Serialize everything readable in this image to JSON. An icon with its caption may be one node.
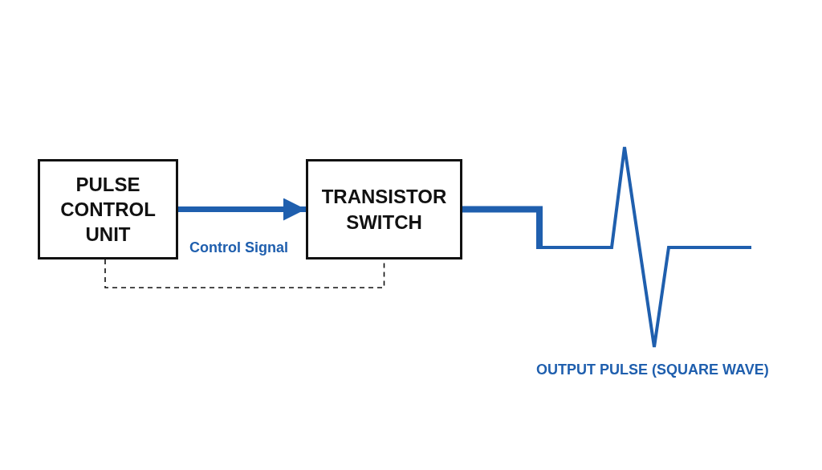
{
  "diagram": {
    "nodes": [
      {
        "text": [
          "PULSE CONTROL UNIT"
        ]
      },
      {
        "text": [
          "TRANSISTOR SWITCH"
        ]
      }
    ],
    "edges": [
      {
        "from": 0,
        "to": 1,
        "arrow": "to",
        "label": "Control Signal",
        "style": "thick",
        "color": "#1f5fae"
      },
      {
        "from": 0,
        "to": 1,
        "arrow": "none",
        "style": "dashed",
        "color": "#111111"
      }
    ],
    "labels": [
      "OUTPUT PULSE (SQUARE WAVE)"
    ]
  }
}
